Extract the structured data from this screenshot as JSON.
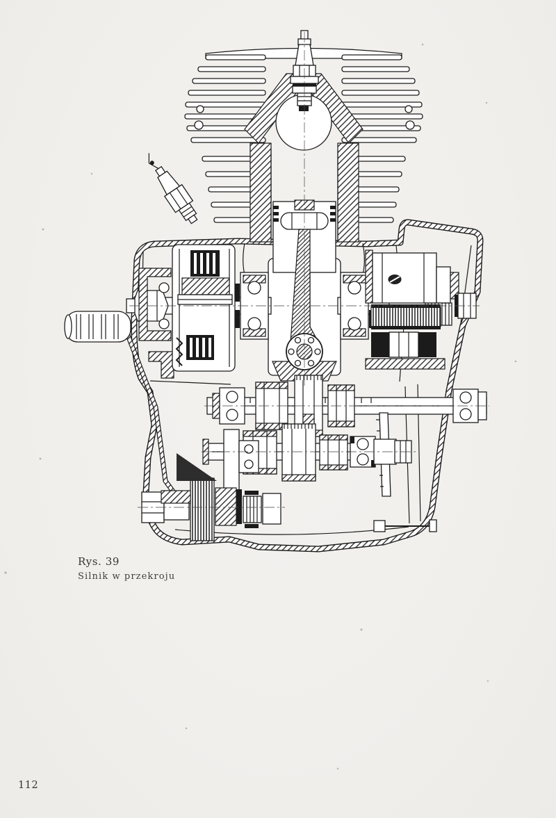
{
  "figure": {
    "label": "Rys. 39",
    "title": "Silnik w przekroju"
  },
  "page": {
    "number": "112"
  },
  "colors": {
    "paper": "#f1efec",
    "ink": "#1c1c1c"
  }
}
